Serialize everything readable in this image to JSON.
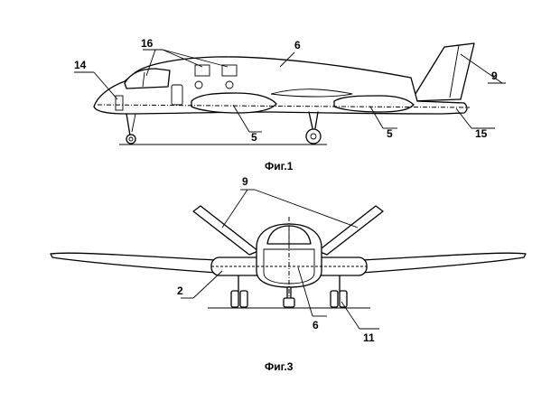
{
  "fig1": {
    "caption": "Фиг.1",
    "labels": {
      "l16": "16",
      "l6": "6",
      "l14": "14",
      "l9": "9",
      "l5a": "5",
      "l5b": "5",
      "l15": "15"
    }
  },
  "fig3": {
    "caption": "Фиг.3",
    "labels": {
      "l9": "9",
      "l2": "2",
      "l6": "6",
      "l11": "11"
    }
  }
}
